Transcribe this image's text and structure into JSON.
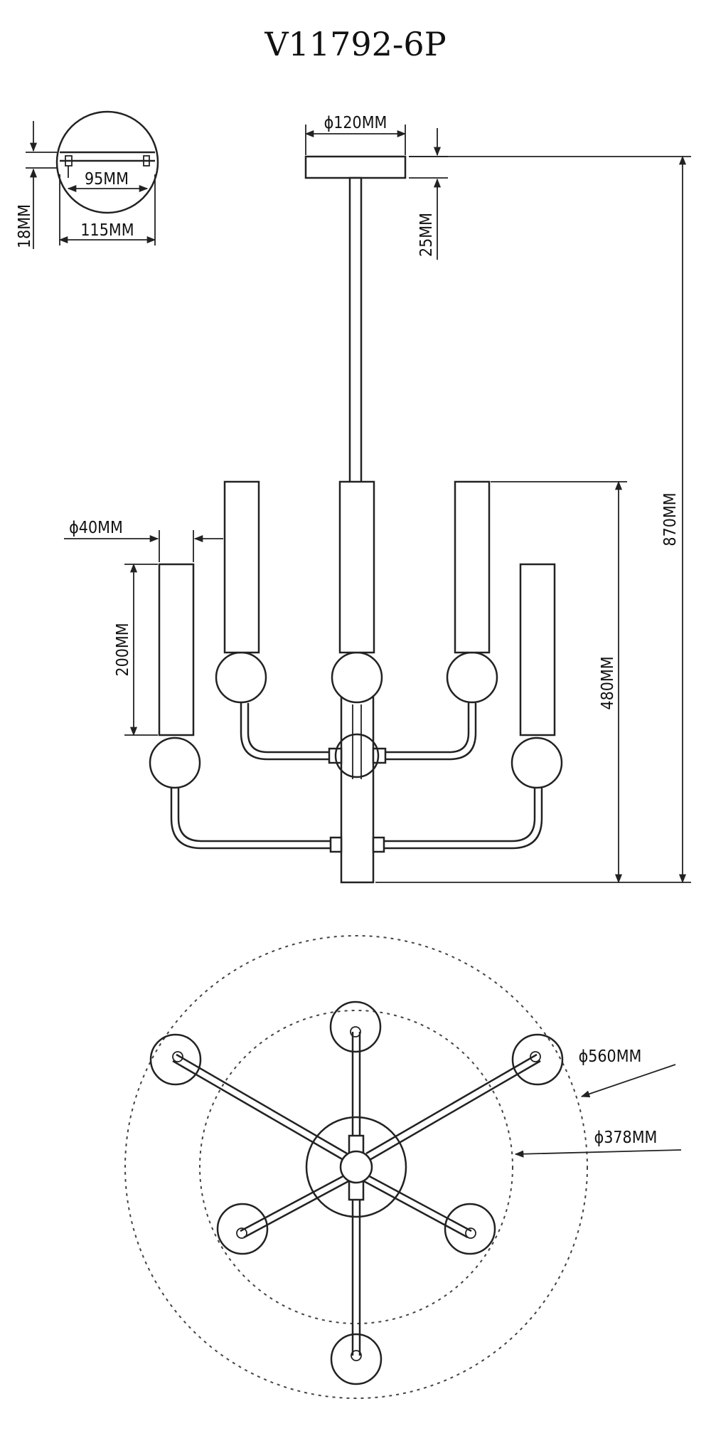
{
  "title": "V11792-6P",
  "dimensions": {
    "canopy_diameter": "ϕ120MM",
    "canopy_height": "25MM",
    "total_height": "870MM",
    "body_height": "480MM",
    "shade_diameter": "ϕ40MM",
    "shade_height": "200MM",
    "mount_height": "18MM",
    "mount_hole_spacing": "95MM",
    "mount_width": "115MM",
    "outer_diameter": "ϕ560MM",
    "inner_diameter": "ϕ378MM"
  },
  "colors": {
    "ink": "#222222",
    "background": "#ffffff"
  }
}
